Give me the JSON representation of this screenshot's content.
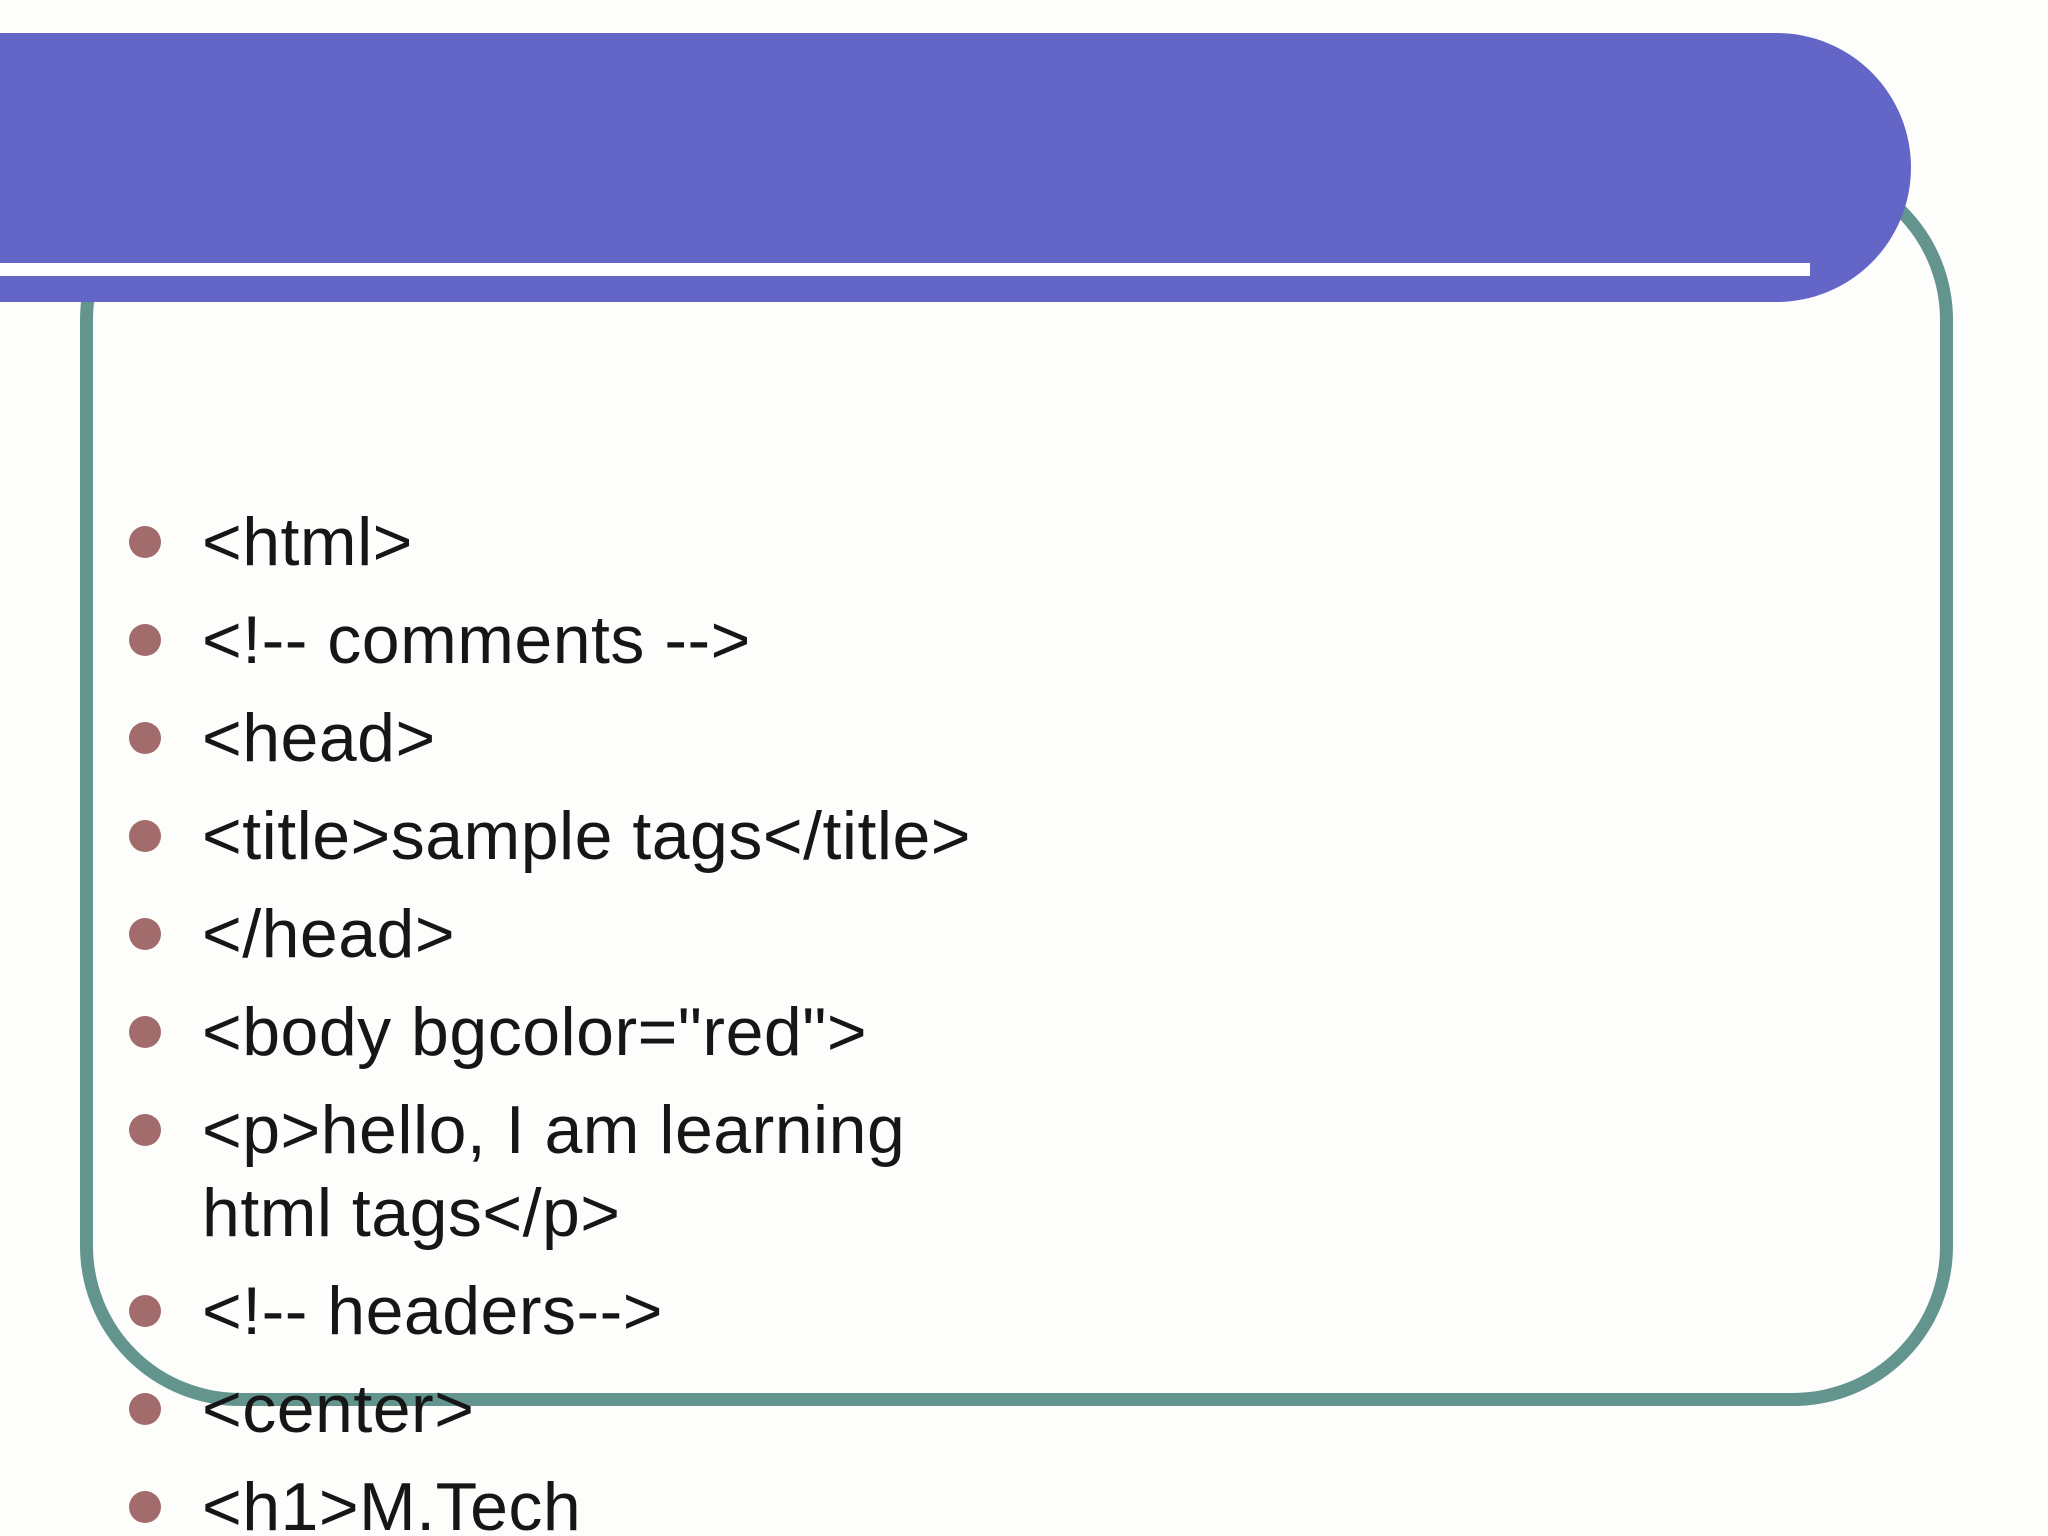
{
  "colors": {
    "background": "#FDFDFC",
    "banner": "#6366C7",
    "divider": "#FFFFFF",
    "frame": "#63958E",
    "bullet": "#A36C6C",
    "text": "#161616"
  },
  "content": {
    "items": [
      "<html>",
      "<!-- comments -->",
      "<head>",
      "<title>sample tags</title>",
      "</head>",
      "<body bgcolor=\"red\">",
      "<p>hello, I am learning\nhtml tags</p>",
      "<!-- headers-->",
      "<center>",
      "<h1>M.Tech"
    ]
  }
}
